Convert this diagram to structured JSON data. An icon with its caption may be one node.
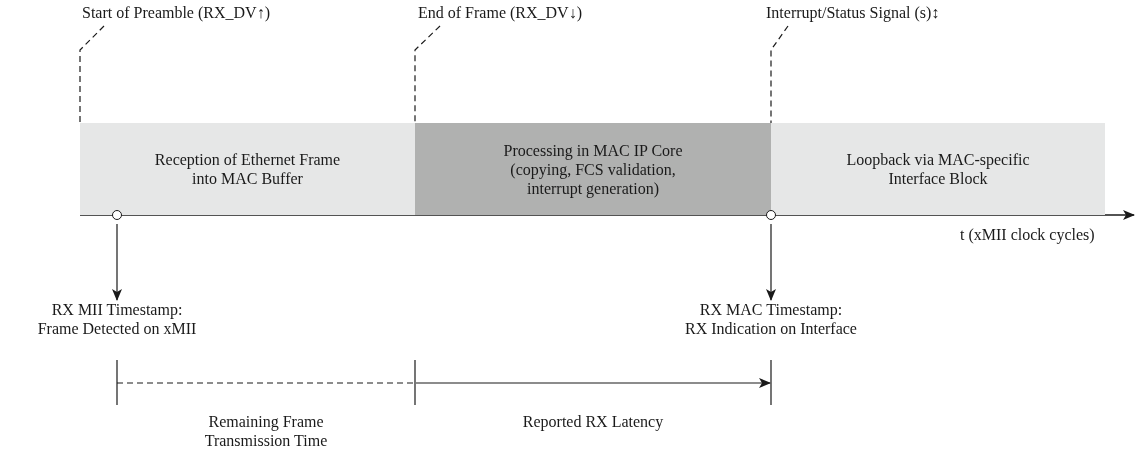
{
  "diagram": {
    "nodes": [
      {
        "text": [
          "Start of Preamble (RX_DV↑)"
        ]
      },
      {
        "text": [
          "End of Frame (RX_DV↓)"
        ]
      },
      {
        "text": [
          "Interrupt/Status Signal (s)↕"
        ]
      },
      {
        "text": [
          "Reception of Ethernet Frame into MAC Buffer"
        ]
      },
      {
        "text": [
          "Processing in MAC IP Core (copying, FCS validation, interrupt generation)"
        ]
      },
      {
        "text": [
          "Loopback via MAC-specific Interface Block"
        ]
      },
      {
        "text": [],
        "shape": "circle"
      },
      {
        "text": [],
        "shape": "circle"
      },
      {
        "text": [
          "RX MII Timestamp: Frame Detected on xMII"
        ]
      },
      {
        "text": [
          "RX MAC Timestamp: RX Indication on Interface"
        ]
      }
    ],
    "edges": [
      {
        "from": 0,
        "to": 3,
        "arrow": "none",
        "style": "dashed"
      },
      {
        "from": 1,
        "to": 4,
        "arrow": "none",
        "style": "dashed"
      },
      {
        "from": 2,
        "to": 7,
        "arrow": "none",
        "style": "dashed"
      },
      {
        "from": 6,
        "to": 8,
        "arrow": "to"
      },
      {
        "from": 7,
        "to": 9,
        "arrow": "to"
      }
    ],
    "labels": [
      "t (xMII clock cycles)",
      "Remaining Frame Transmission Time",
      "Reported RX Latency"
    ]
  }
}
